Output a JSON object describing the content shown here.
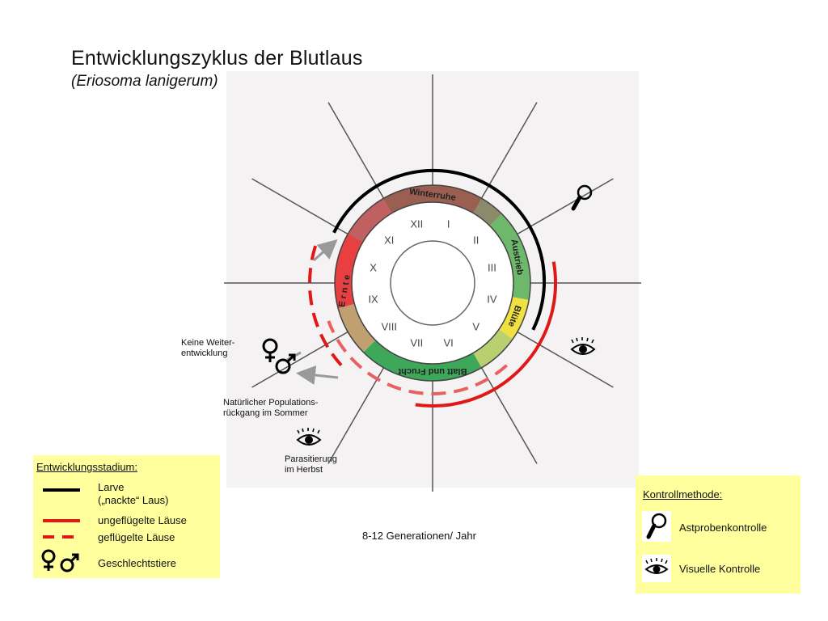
{
  "title": "Entwicklungszyklus der Blutlaus",
  "subtitle": "(Eriosoma lanigerum)",
  "cycle": {
    "months": [
      "I",
      "II",
      "III",
      "IV",
      "V",
      "VI",
      "VII",
      "VIII",
      "IX",
      "X",
      "XI",
      "XII"
    ],
    "phases": {
      "winter": "Winterruhe",
      "austrieb": "Austrieb",
      "bluete": "Blüte",
      "blatt_frucht": "Blatt und Frucht",
      "ernte": "Ernte"
    },
    "phase_colors": {
      "winter": "#9b5f52",
      "austrieb": "#6db86a",
      "bluete": "#f0e040",
      "blatt_frucht": "#3ea85a",
      "ernte": "#e84040"
    }
  },
  "annotations": {
    "keine_weiterentwicklung": [
      "Keine Weiter-",
      "entwicklung"
    ],
    "populationsrueckgang": [
      "Natürlicher Populations-",
      "rückgang im Sommer"
    ],
    "parasitierung": [
      "Parasitierung",
      "im Herbst"
    ]
  },
  "legend_stages": {
    "heading": "Entwicklungsstadium:",
    "larve": [
      "Larve",
      "(„nackte“ Laus)"
    ],
    "ungefluegelt": "ungeflügelte Läuse",
    "gefluegelt": "geflügelte Läuse",
    "geschlechtstiere": "Geschlechtstiere"
  },
  "legend_control": {
    "heading": "Kontrollmethode:",
    "astprobe": "Astprobenkontrolle",
    "visuell": "Visuelle Kontrolle"
  },
  "generations": "8-12 Generationen/ Jahr",
  "colors": {
    "larve": "#000000",
    "laeuse": "#e01818",
    "arrow": "#999999",
    "legend_bg": "#ffff9e"
  },
  "icons": [
    "magnifier-icon",
    "eye-icon",
    "female-male-icon"
  ]
}
